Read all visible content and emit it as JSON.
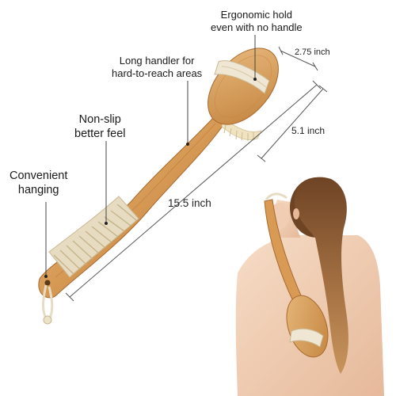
{
  "annotations": {
    "ergonomic": {
      "line1": "Ergonomic hold",
      "line2": "even with no handle"
    },
    "long_handler": {
      "line1": "Long handler for",
      "line2": "hard-to-reach areas"
    },
    "non_slip": {
      "line1": "Non-slip",
      "line2": "better feel"
    },
    "convenient": {
      "line1": "Convenient",
      "line2": "hanging"
    }
  },
  "dimensions": {
    "head_width": "2.75 inch",
    "head_length": "5.1 inch",
    "total_length": "15.5 inch"
  },
  "colors": {
    "wood_light": "#e3b477",
    "wood_mid": "#c98a45",
    "wood_dark": "#9a5f28",
    "sisal": "#e9e0c8",
    "bristle": "#efe3c2",
    "skin": "#f1cfb6",
    "hair": "#8a5b33"
  }
}
